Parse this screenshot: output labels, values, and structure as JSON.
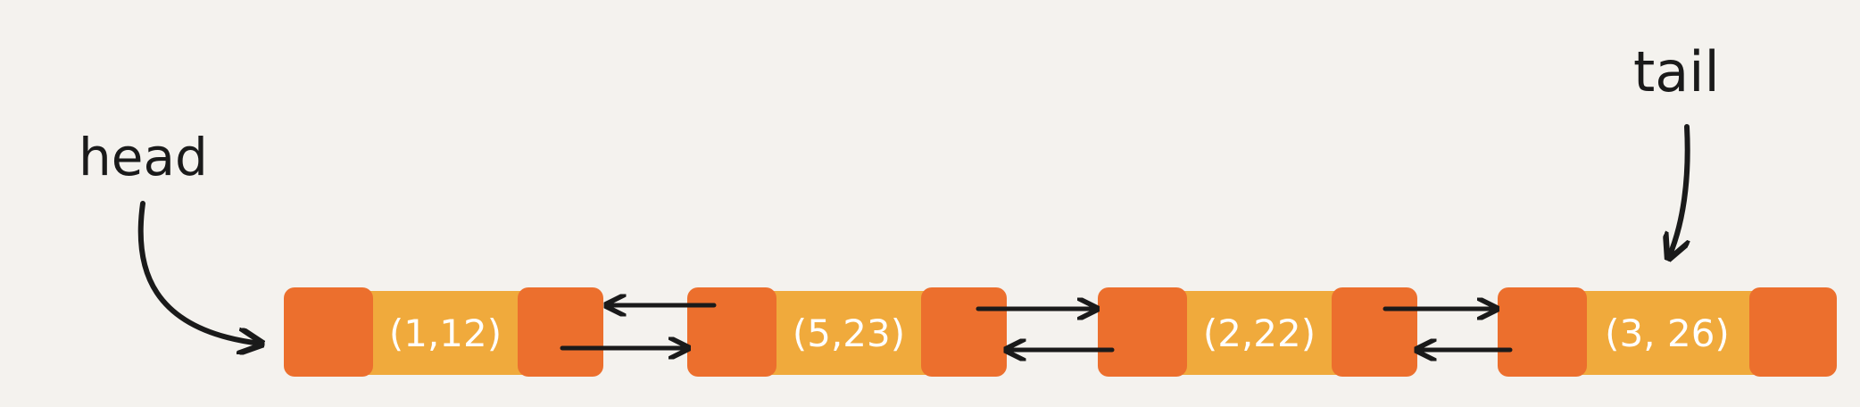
{
  "labels": {
    "head": "head",
    "tail": "tail"
  },
  "nodes": [
    {
      "value": "(1,12)"
    },
    {
      "value": "(5,23)"
    },
    {
      "value": "(2,22)"
    },
    {
      "value": "(3, 26)"
    }
  ],
  "colors": {
    "background": "#f4f2ee",
    "pointer_cell": "#ec6f2d",
    "data_cell": "#f0aa3c",
    "ink": "#1a1a1a",
    "node_text": "#ffffff"
  }
}
